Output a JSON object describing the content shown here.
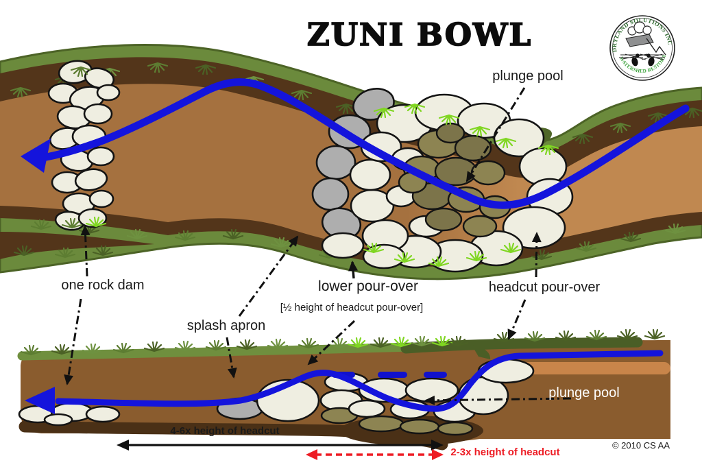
{
  "title": "ZUNI BOWL",
  "logo": {
    "top_text": "DRYLAND SOLUTIONS INC",
    "bottom_text": "WATERSHED RESTORATION"
  },
  "labels": {
    "plunge_pool_top": "plunge pool",
    "one_rock_dam": "one rock dam",
    "splash_apron": "splash apron",
    "lower_pour_over": "lower pour-over",
    "lower_pour_over_note": "[½ height of headcut pour-over]",
    "headcut_pour_over": "headcut pour-over",
    "plunge_pool_bottom": "plunge pool",
    "measure_black": "4-6x height of headcut",
    "measure_red": "2-3x height of headcut",
    "copyright": "© 2010 CS AA"
  },
  "colors": {
    "flow_blue": "#1414dc",
    "measure_red": "#ed1c24",
    "rock_cream": "#efeee1",
    "rock_gray": "#aeaeae",
    "rock_olive": "#8d8452",
    "bank_green": "#6b8a3c",
    "bank_green_dark": "#4c6326",
    "soil_brown": "#a5713f",
    "soil_brown_light": "#c08850",
    "soil_dark_strip": "#53351a",
    "cross_soil": "#8a5c2e",
    "grass_bright": "#80d622"
  }
}
